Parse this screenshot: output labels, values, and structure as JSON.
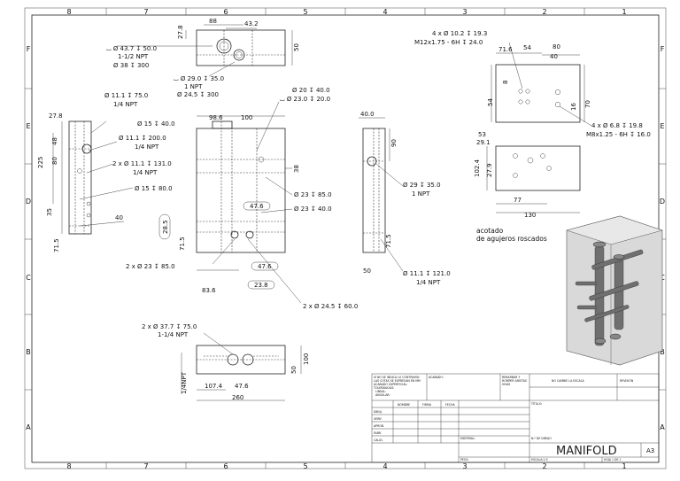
{
  "sheet": {
    "zones_top": [
      "8",
      "7",
      "6",
      "5",
      "4",
      "3",
      "2",
      "1"
    ],
    "zones_side": [
      "F",
      "E",
      "D",
      "C",
      "B",
      "A"
    ]
  },
  "views": {
    "top": {
      "callouts": [
        "⌴ Ø 43.7 ↧ 50.0",
        "1-1/2 NPT",
        "Ø 38 ↧ 300",
        "⌴ Ø 29.0 ↧ 35.0",
        "1 NPT",
        "Ø 24.5 ↧ 300"
      ],
      "dims": [
        "88",
        "43.2",
        "27.8",
        "50"
      ]
    },
    "left": {
      "callouts": [
        "Ø 11.1 ↧ 75.0",
        "1/4 NPT",
        "Ø 11.1 ↧ 200.0",
        "1/4 NPT",
        "2 x Ø 11.1 ↧ 131.0",
        "1/4 NPT",
        "Ø 15 ↧ 80.0"
      ],
      "dims": [
        "27.8",
        "48",
        "80",
        "225",
        "35",
        "40",
        "71.5"
      ]
    },
    "front": {
      "callouts": [
        "Ø 15 ↧ 40.0",
        "Ø 20 ↧ 40.0",
        "⌴ Ø 23.0 ↧ 20.0",
        "Ø 23 ↧ 85.0",
        "Ø 23 ↧ 40.0",
        "2 x Ø 23 ↧ 85.0",
        "2 x Ø 24.5 ↧ 60.0"
      ],
      "dims": [
        "98.6",
        "100",
        "38",
        "47.6",
        "28.5",
        "71.5",
        "47.6",
        "83.6",
        "23.8"
      ]
    },
    "right": {
      "callouts": [
        "Ø 29 ↧ 35.0",
        "1 NPT",
        "Ø 11.1 ↧ 121.0",
        "1/4 NPT"
      ],
      "dims": [
        "40.0",
        "90",
        "71.5",
        "50"
      ]
    },
    "bottom": {
      "callouts": [
        "2 x Ø 37.7 ↧ 75.0",
        "1-1/4 NPT"
      ],
      "dims": [
        "1/4NPT",
        "50",
        "100",
        "107.4",
        "47.6",
        "260"
      ]
    },
    "thread_detail": {
      "callouts": [
        "4 x Ø 10.2 ↧ 19.3",
        "M12x1.75 - 6H ↧ 24.0",
        "4 x Ø 6.8 ↧ 19.8",
        "M8x1.25 - 6H ↧ 16.0"
      ],
      "dims": [
        "71.6",
        "54",
        "80",
        "40",
        "8",
        "54",
        "16",
        "70",
        "53",
        "29.1",
        "102.4",
        "27.9",
        "77",
        "130"
      ],
      "caption_line1": "acotado",
      "caption_line2": "de agujeros roscados"
    }
  },
  "title_block": {
    "note": [
      "SI NO SE INDICA LO CONTRARIO:",
      "LAS COTAS SE EXPRESAN EN MM",
      "ACABADO SUPERFICIAL:",
      "TOLERANCIAS:",
      "LINEAL:",
      "ANGULAR:"
    ],
    "acabado": "ACABADO:",
    "rebarbar": [
      "REBARBAR Y",
      "ROMPER ARISTAS",
      "VIVAS"
    ],
    "no_escala": "NO CAMBIE LA ESCALA",
    "revision": "REVISIÓN",
    "titulo": "TÍTULO:",
    "headers": [
      "NOMBRE",
      "FIRMA",
      "FECHA"
    ],
    "rows": [
      "DIBUJ.",
      "VERIF.",
      "APROB.",
      "FABR.",
      "CALID."
    ],
    "material": "MATERIAL:",
    "n_dibujo": "N.º DE DIBUJO",
    "title": "MANIFOLD",
    "size": "A3",
    "peso": "PESO:",
    "escala": "ESCALA:1:5",
    "hoja": "HOJA 1 DE 1"
  }
}
